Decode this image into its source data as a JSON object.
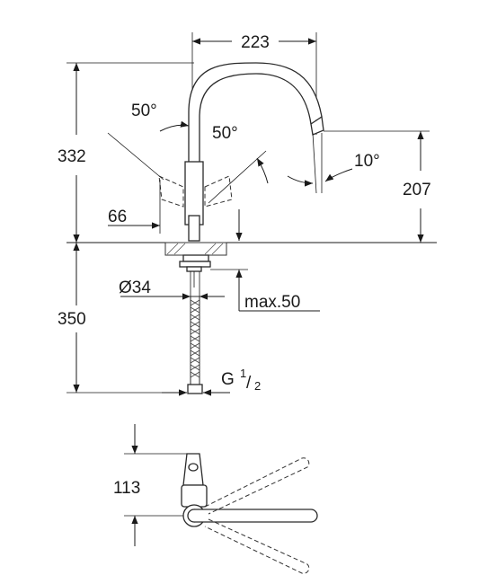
{
  "drawing": {
    "labels": {
      "width_top": "223",
      "angle_left": "50°",
      "angle_right": "50°",
      "angle_spout": "10°",
      "total_height": "332",
      "spout_height": "207",
      "lever_offset": "66",
      "diameter": "Ø34",
      "max_thickness": "max.50",
      "below_height": "350",
      "thread_main": "G",
      "thread_num": "1",
      "thread_den": "2",
      "top_view_depth": "113"
    }
  }
}
